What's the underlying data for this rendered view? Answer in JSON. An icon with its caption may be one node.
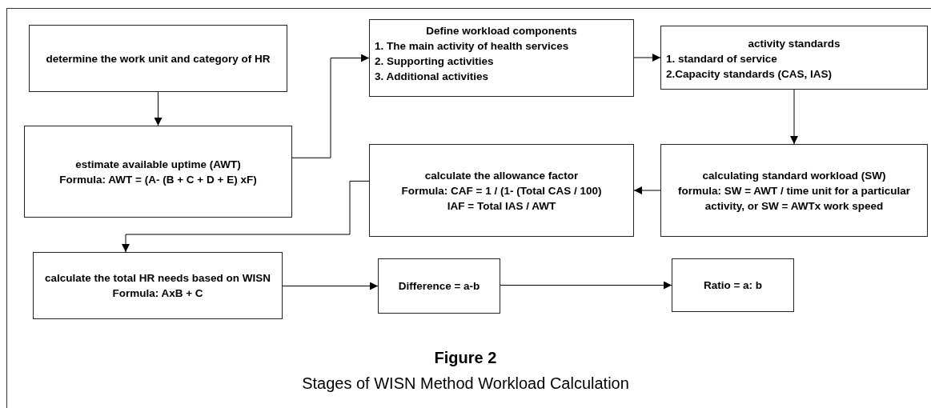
{
  "diagram": {
    "title": "Figure 2",
    "caption": "Stages of WISN Method Workload Calculation",
    "nodes": [
      {
        "text": [
          "determine the work unit and category of HR"
        ]
      },
      {
        "text": [
          "estimate available uptime (AWT)",
          "Formula: AWT = (A- (B + C + D + E) xF)"
        ]
      },
      {
        "text": [
          "Define workload components",
          "1. The main activity of health services",
          "2. Supporting activities",
          "3. Additional activities"
        ]
      },
      {
        "text": [
          "activity standards",
          "1. standard of service",
          "2.Capacity standards (CAS, IAS)"
        ]
      },
      {
        "text": [
          "calculating standard workload (SW)",
          "formula: SW = AWT / time unit for a particular activity, or SW = AWTx work speed"
        ]
      },
      {
        "text": [
          "calculate the allowance factor",
          "Formula: CAF = 1 / (1- (Total CAS / 100)",
          "IAF = Total IAS / AWT"
        ]
      },
      {
        "text": [
          "calculate the total HR needs based on WISN",
          "Formula: AxB + C"
        ]
      },
      {
        "text": [
          "Difference = a-b"
        ]
      },
      {
        "text": [
          "Ratio = a: b"
        ]
      }
    ],
    "edges": [
      {
        "from": 0,
        "to": 1,
        "arrow": "to"
      },
      {
        "from": 1,
        "to": 2,
        "arrow": "to"
      },
      {
        "from": 2,
        "to": 3,
        "arrow": "to"
      },
      {
        "from": 3,
        "to": 4,
        "arrow": "to"
      },
      {
        "from": 4,
        "to": 5,
        "arrow": "to"
      },
      {
        "from": 5,
        "to": 6,
        "arrow": "to"
      },
      {
        "from": 6,
        "to": 7,
        "arrow": "to"
      },
      {
        "from": 7,
        "to": 8,
        "arrow": "to"
      }
    ]
  }
}
